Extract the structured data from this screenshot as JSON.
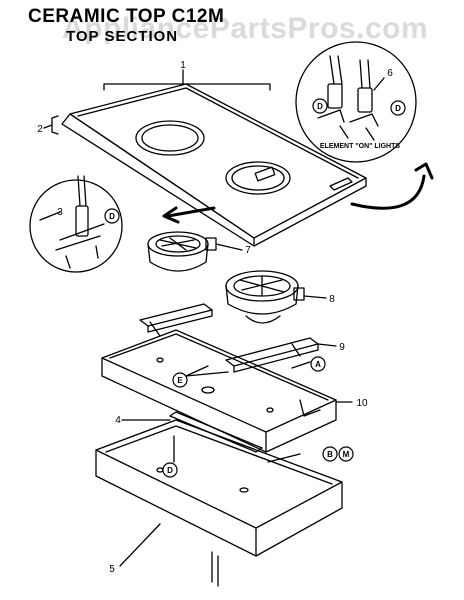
{
  "header": {
    "title": "CERAMIC TOP C12M",
    "subtitle": "TOP SECTION"
  },
  "watermark": {
    "text": "AppliancePartsPros.com",
    "color": "#9a9a9a"
  },
  "callouts": {
    "n1": "1",
    "n2": "2",
    "n3": "3",
    "n4": "4",
    "n5": "5",
    "n6": "6",
    "n7": "7",
    "n8": "8",
    "n9": "9",
    "n10": "10",
    "detail_D_left": "D",
    "detail_D_right1": "D",
    "detail_D_right2": "D",
    "letter_A": "A",
    "letter_E": "E",
    "letter_D_frame": "D",
    "letter_B": "B",
    "letter_M": "M"
  },
  "detail_caption": "ELEMENT \"ON\" LIGHTS",
  "colors": {
    "line": "#000000",
    "background": "#ffffff"
  }
}
